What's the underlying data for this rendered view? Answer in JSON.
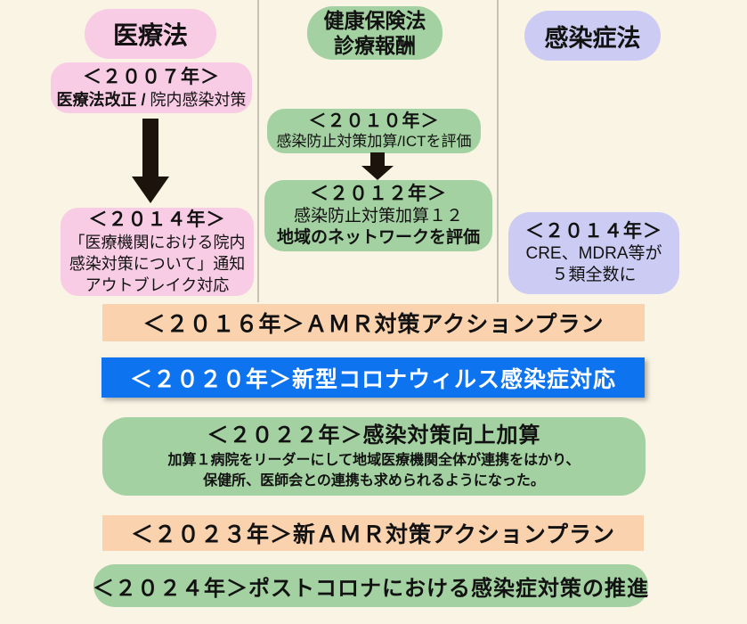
{
  "colors": {
    "background": "#FAF4E4",
    "pink": "#F8CCE4",
    "green": "#A4D1A1",
    "lavender": "#CCCBF3",
    "peach": "#FBD2AE",
    "blue": "#0D73EF",
    "divider_gray": "#C8C2B6"
  },
  "columns": {
    "medical_law": {
      "header": "医療法",
      "box_2007": {
        "year": "＜２００７年＞",
        "line_bold": "医療法改正 / ",
        "line_rest": "院内感染対策"
      },
      "box_2014": {
        "year": "＜２０１４年＞",
        "line1": "「医療機関における院内",
        "line2": "感染対策について」通知",
        "line3": "アウトブレイク対応"
      }
    },
    "health_insurance": {
      "header_line1": "健康保険法",
      "header_line2": "診療報酬",
      "box_2010": {
        "year": "＜２０１０年＞",
        "line1": "感染防止対策加算/ICTを評価"
      },
      "box_2012": {
        "year": "＜２０１２年＞",
        "line1": "感染防止対策加算１２",
        "line2": "地域のネットワークを評価"
      }
    },
    "infectious_disease_law": {
      "header": "感染症法",
      "box_2014": {
        "year": "＜２０１４年＞",
        "line1": "CRE、MDRA等が",
        "line2": "５類全数に"
      }
    }
  },
  "timeline": {
    "bar_2016": "＜２０１６年＞ＡＭＲ対策アクションプラン",
    "bar_2020": "＜２０２０年＞新型コロナウィルス感染症対応",
    "bar_2022": {
      "title": "＜２０２２年＞感染対策向上加算",
      "detail1": "加算１病院をリーダーにして地域医療機関全体が連携をはかり、",
      "detail2": "保健所、医師会との連携も求められるようになった。"
    },
    "bar_2023": "＜２０２３年＞新ＡＭＲ対策アクションプラン",
    "bar_2024": "＜２０２４年＞ポストコロナにおける感染症対策の推進"
  }
}
